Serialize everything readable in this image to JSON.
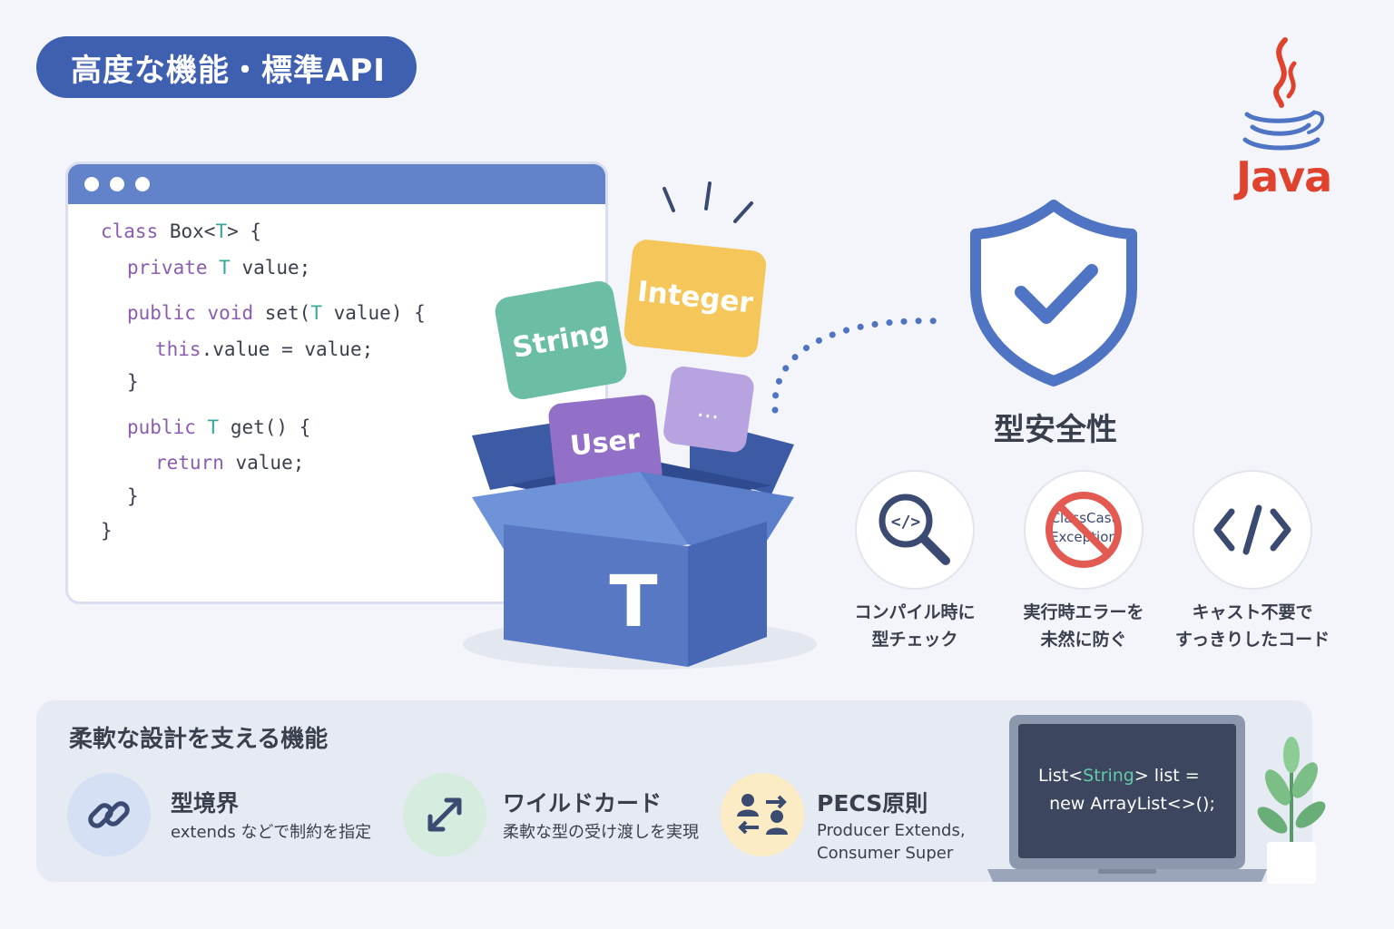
{
  "header": {
    "title": "高度な機能・標準API"
  },
  "java_logo": {
    "text": "Java",
    "color": "#e0432d"
  },
  "code_window": {
    "lines": [
      {
        "parts": [
          {
            "t": "class",
            "c": "kw"
          },
          {
            "t": " Box<",
            "c": ""
          },
          {
            "t": "T",
            "c": "tp"
          },
          {
            "t": "> {",
            "c": ""
          }
        ]
      },
      {
        "parts": [
          {
            "t": "private",
            "c": "kw"
          },
          {
            "t": " ",
            "c": ""
          },
          {
            "t": "T",
            "c": "tp"
          },
          {
            "t": " value;",
            "c": ""
          }
        ]
      },
      {
        "parts": [
          {
            "t": "public",
            "c": "kw"
          },
          {
            "t": " ",
            "c": ""
          },
          {
            "t": "void",
            "c": "kw"
          },
          {
            "t": " set(",
            "c": ""
          },
          {
            "t": "T",
            "c": "tp"
          },
          {
            "t": " value) {",
            "c": ""
          }
        ]
      },
      {
        "parts": [
          {
            "t": "this",
            "c": "kw"
          },
          {
            "t": ".value = value;",
            "c": ""
          }
        ]
      },
      {
        "parts": [
          {
            "t": "}",
            "c": ""
          }
        ]
      },
      {
        "parts": [
          {
            "t": "public",
            "c": "kw"
          },
          {
            "t": " ",
            "c": ""
          },
          {
            "t": "T",
            "c": "tp"
          },
          {
            "t": " get() {",
            "c": ""
          }
        ]
      },
      {
        "parts": [
          {
            "t": "return",
            "c": "kw"
          },
          {
            "t": " value;",
            "c": ""
          }
        ]
      },
      {
        "parts": [
          {
            "t": "}",
            "c": ""
          }
        ]
      },
      {
        "parts": [
          {
            "t": "}",
            "c": ""
          }
        ]
      }
    ]
  },
  "box": {
    "label": "T",
    "cards": [
      {
        "label": "String",
        "color": "#6bbda6"
      },
      {
        "label": "Integer",
        "color": "#f5c65a"
      },
      {
        "label": "User",
        "color": "#9270c8"
      },
      {
        "label": "...",
        "color": "#b7a3e0"
      }
    ]
  },
  "shield": {
    "label": "型安全性",
    "color": "#4f74c4"
  },
  "features": [
    {
      "line1": "コンパイル時に",
      "line2": "型チェック",
      "icon": "magnifier-code-icon"
    },
    {
      "line1": "実行時エラーを",
      "line2": "未然に防ぐ",
      "icon": "no-classcast-icon",
      "icon_text1": "ClassCast",
      "icon_text2": "Exception"
    },
    {
      "line1": "キャスト不要で",
      "line2": "すっきりしたコード",
      "icon": "code-tag-icon",
      "icon_text": "</>"
    }
  ],
  "bottom": {
    "title": "柔軟な設計を支える機能",
    "items": [
      {
        "title": "型境界",
        "desc": "extends などで制約を指定",
        "icon": "link-icon",
        "color": "#d6e0f5"
      },
      {
        "title": "ワイルドカード",
        "desc": "柔軟な型の受け渡しを実現",
        "icon": "diagonal-arrows-icon",
        "color": "#d5ecdf"
      },
      {
        "title": "PECS原則",
        "desc": "Producer Extends,\nConsumer Super",
        "icon": "users-exchange-icon",
        "color": "#fbecc6"
      }
    ],
    "laptop": {
      "line1_a": "List<",
      "line1_b": "String",
      "line1_c": "> list =",
      "line2": "  new ArrayList<>();"
    }
  }
}
